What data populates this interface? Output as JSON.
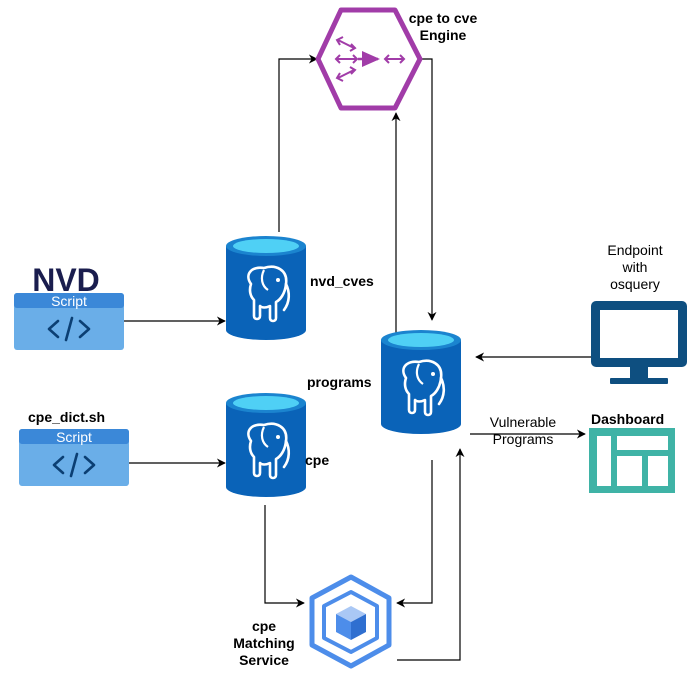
{
  "labels": {
    "nvd_logo": "NVD",
    "nvd_script": "Script",
    "cpe_dict": "cpe_dict.sh",
    "cpe_dict_script": "Script",
    "nvd_cves": "nvd_cves",
    "cpe": "cpe",
    "programs": "programs",
    "engine_line1": "cpe to cve",
    "engine_line2": "Engine",
    "endpoint_line1": "Endpoint",
    "endpoint_line2": "with",
    "endpoint_line3": "osquery",
    "vuln_line1": "Vulnerable",
    "vuln_line2": "Programs",
    "dashboard": "Dashboard",
    "matching_line1": "cpe",
    "matching_line2": "Matching",
    "matching_line3": "Service"
  },
  "icons": {
    "database": "postgresql-database-icon",
    "engine": "hexagon-engine-icon",
    "script": "script-code-icon",
    "monitor": "monitor-icon",
    "dashboard": "dashboard-layout-icon",
    "service": "kubernetes-cube-icon"
  },
  "colors": {
    "db_blue": "#0a63b8",
    "db_top": "#1e8fd6",
    "db_rim": "#4fd0f5",
    "script_blue": "#6aaee8",
    "engine_purple": "#a13ca8",
    "monitor_blue": "#0e4f80",
    "dashboard_teal": "#3fb3a6",
    "service_blue": "#4d8dea",
    "nvd_navy": "#1a1d4e"
  }
}
